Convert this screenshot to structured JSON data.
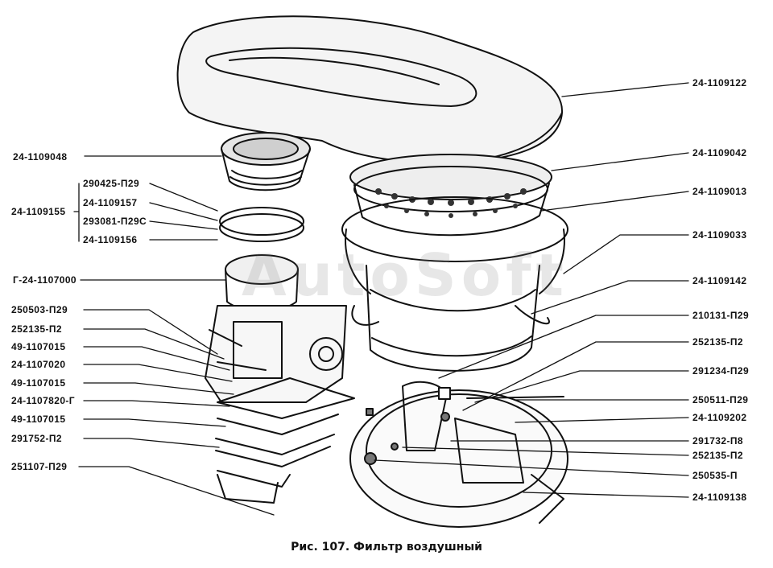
{
  "caption": "Рис. 107. Фильтр воздушный",
  "watermark": "AutoSoft",
  "labels_left": [
    "24-1109048",
    "24-1109155",
    "290425-П29",
    "24-1109157",
    "293081-П29С",
    "24-1109156",
    "Г-24-1107000",
    "250503-П29",
    "252135-П2",
    "49-1107015",
    "24-1107020",
    "49-1107015",
    "24-1107820-Г",
    "49-1107015",
    "291752-П2",
    "251107-П29"
  ],
  "labels_right": [
    "24-1109122",
    "24-1109042",
    "24-1109013",
    "24-1109033",
    "24-1109142",
    "210131-П29",
    "252135-П2",
    "291234-П29",
    "250511-П29",
    "24-1109202",
    "291732-П8",
    "252135-П2",
    "250535-П",
    "24-1109138"
  ]
}
